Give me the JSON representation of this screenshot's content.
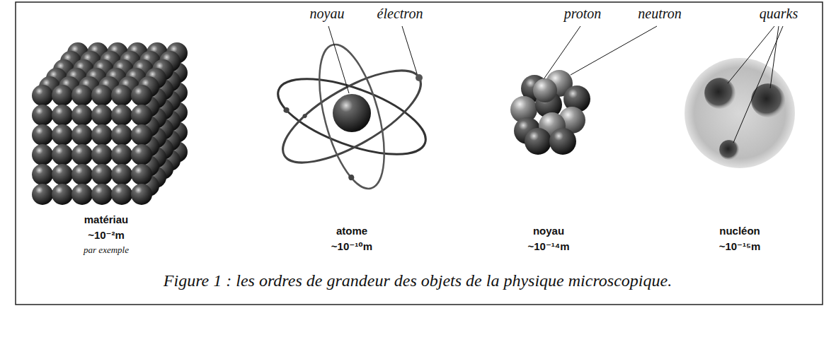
{
  "diagram": {
    "caption": "Figure 1 : les ordres de grandeur des objets de la physique microscopique.",
    "labels": [
      "noyau",
      "électron",
      "proton",
      "neutron",
      "quarks",
      "matériau",
      "~10⁻²m",
      "par exemple",
      "atome",
      "~10⁻¹⁰m",
      "noyau",
      "~10⁻¹⁴m",
      "nucléon",
      "~10⁻¹⁵m"
    ]
  }
}
